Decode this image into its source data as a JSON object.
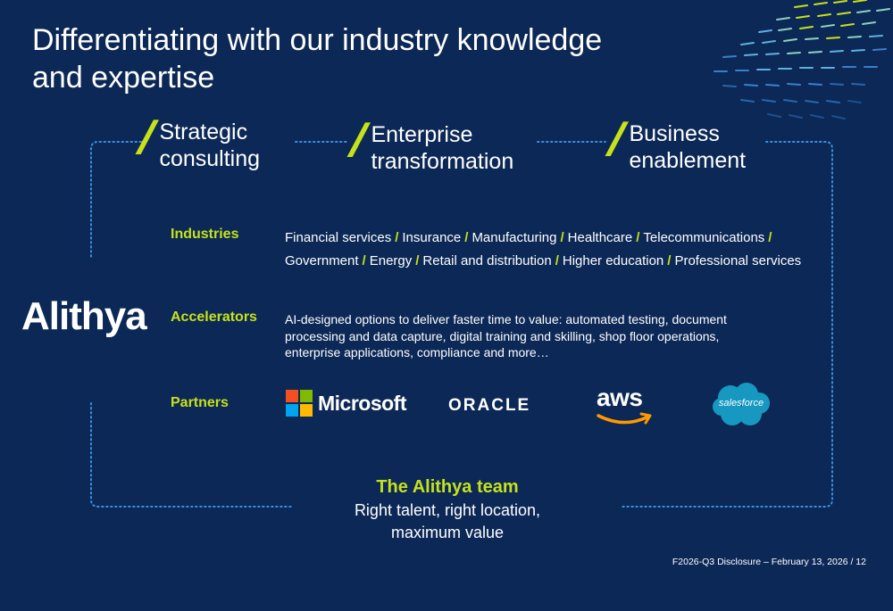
{
  "title": {
    "line1": "Differentiating with our industry knowledge",
    "line2": "and expertise"
  },
  "pillars": [
    {
      "line1": "Strategic",
      "line2": "consulting"
    },
    {
      "line1": "Enterprise",
      "line2": "transformation"
    },
    {
      "line1": "Business",
      "line2": "enablement"
    }
  ],
  "brand": {
    "logo_text": "Alithya"
  },
  "rows": {
    "industries_label": "Industries",
    "accelerators_label": "Accelerators",
    "partners_label": "Partners"
  },
  "industries": [
    "Financial services",
    "Insurance",
    "Manufacturing",
    "Healthcare",
    "Telecommunications",
    "Government",
    "Energy",
    "Retail and distribution",
    "Higher education",
    "Professional services"
  ],
  "separator": "/",
  "accelerators_text": "AI-designed options to deliver faster time to value: automated testing, document processing and data capture, digital training and skilling, shop floor operations, enterprise applications, compliance and more…",
  "partners": {
    "microsoft": "Microsoft",
    "oracle": "ORACLE",
    "aws": "aws",
    "salesforce": "salesforce"
  },
  "team": {
    "title": "The Alithya team",
    "line1": "Right talent, right location,",
    "line2": "maximum value"
  },
  "footer": "F2026-Q3 Disclosure – February 13, 2026  / 12",
  "colors": {
    "background": "#0c2856",
    "accent": "#c6e21a",
    "dotted": "#3a8fe0",
    "ms_red": "#f25022",
    "ms_green": "#7fba00",
    "ms_blue": "#00a4ef",
    "ms_yellow": "#ffb900",
    "aws_orange": "#ff9900",
    "salesforce_blue": "#1798c1"
  }
}
